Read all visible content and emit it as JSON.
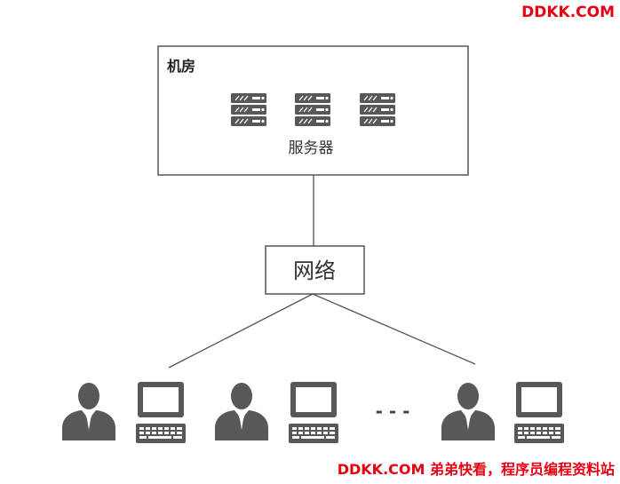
{
  "watermark": {
    "top": "DDKK.COM",
    "bottom": "DDKK.COM 弟弟快看，程序员编程资料站",
    "color": "#e60012"
  },
  "machine_room": {
    "label": "机房",
    "server_label": "服务器",
    "server_count": 3
  },
  "network": {
    "label": "网络"
  },
  "clients": {
    "ellipsis": "- - -",
    "groups": [
      "user-computer-1",
      "user-computer-2",
      "user-computer-3"
    ]
  },
  "colors": {
    "icon": "#58585a",
    "line": "#555555",
    "box_border": "#555555"
  }
}
